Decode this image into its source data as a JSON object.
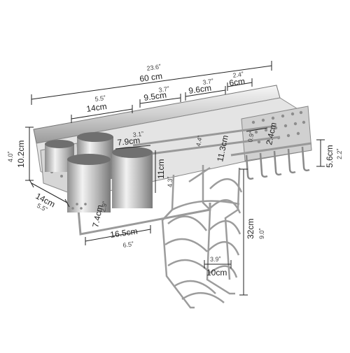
{
  "dimensions": {
    "total_width": {
      "inch": "23.6ˮ",
      "cm": "60 cm"
    },
    "seg_left": {
      "inch": "5.5ˮ",
      "cm": "14cm"
    },
    "seg_mid": {
      "inch": "3.7ˮ",
      "cm": "9.5cm"
    },
    "seg_right": {
      "inch": "3.7ˮ",
      "cm": "9.6cm"
    },
    "seg_hook": {
      "inch": "2.4ˮ",
      "cm": "6cm"
    },
    "height_back": {
      "inch": "4.0ˮ",
      "cm": "10.2cm"
    },
    "depth": {
      "inch": "5.5ˮ",
      "cm": "14cm"
    },
    "cup_diameter": {
      "inch": "3.1ˮ",
      "cm": "7.9cm"
    },
    "cup_height": {
      "inch": "4.3ˮ",
      "cm": "11cm"
    },
    "rail_span": {
      "inch": "4.4ˮ",
      "cm": "11.3cm"
    },
    "rail_gap": {
      "inch": "0.9ˮ",
      "cm": "2.4cm"
    },
    "hook_drop": {
      "inch": "2.2ˮ",
      "cm": "5.6cm"
    },
    "cup_offset": {
      "inch": "2.9ˮ",
      "cm": "7.4cm"
    },
    "bottom_depth": {
      "inch": "6.5ˮ",
      "cm": "16.5cm"
    },
    "lid_height": {
      "inch": "9.0ˮ",
      "cm": "32cm"
    },
    "lid_width": {
      "inch": "3.9ˮ",
      "cm": "10cm"
    }
  },
  "colors": {
    "steel_light": "#e9e9e9",
    "steel_mid": "#bdbdbd",
    "steel_dark": "#8a8a8a",
    "line": "#222222"
  }
}
